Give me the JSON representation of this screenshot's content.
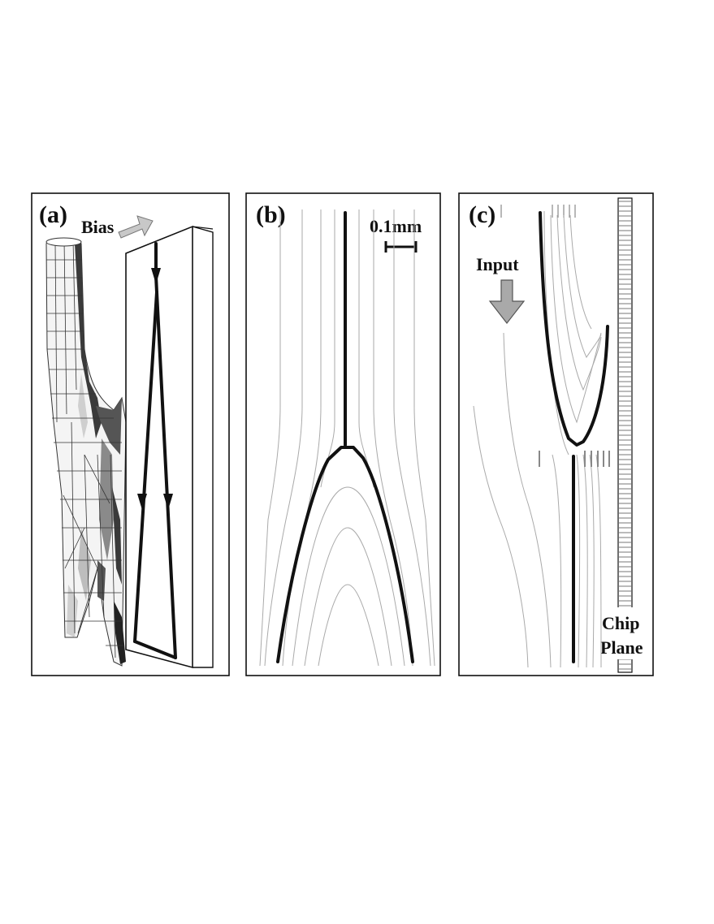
{
  "panels": [
    {
      "label": "(a)",
      "annotation": "Bias"
    },
    {
      "label": "(b)",
      "scale_bar": "0.1mm"
    },
    {
      "label": "(c)",
      "annotation": "Input",
      "chip_line1": "Chip",
      "chip_line2": "Plane"
    }
  ],
  "colors": {
    "ink": "#111111",
    "thin_lines": "#aaaaaa",
    "arrow_fill": "#b8b8b8",
    "mesh_light": "#ffffff",
    "mesh_mid": "#bdbdbd",
    "mesh_dark": "#3a3a3a"
  },
  "icons": [
    "bias-arrow-icon",
    "input-arrow-icon",
    "scale-bar-icon"
  ]
}
